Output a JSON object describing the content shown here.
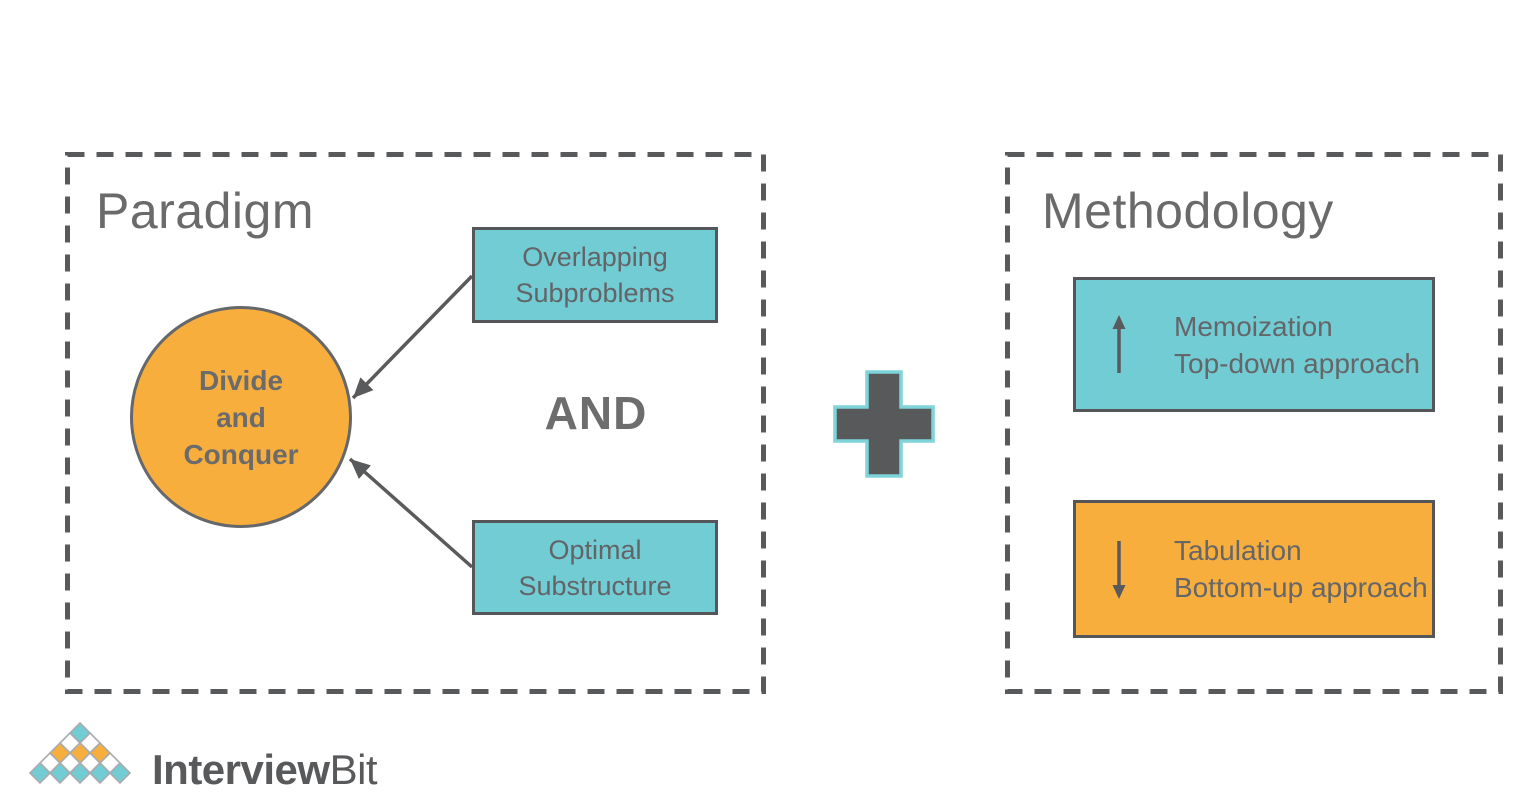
{
  "paradigm": {
    "title": "Paradigm",
    "circle_lines": [
      "Divide",
      "and",
      "Conquer"
    ],
    "overlapping_box_lines": [
      "Overlapping",
      "Subproblems"
    ],
    "optimal_box_lines": [
      "Optimal",
      "Substructure"
    ],
    "connector_label": "AND"
  },
  "methodology": {
    "title": "Methodology",
    "memoization_box": {
      "icon": "up-arrow-icon",
      "line1": "Memoization",
      "line2": "Top-down approach"
    },
    "tabulation_box": {
      "icon": "down-arrow-icon",
      "line1": "Tabulation",
      "line2": "Bottom-up approach"
    }
  },
  "logo": {
    "icon": "pyramid-logo-icon",
    "text_bold": "Interview",
    "text_regular": "Bit"
  },
  "icons": {
    "plus": "plus-icon",
    "arrows_to_circle": [
      "arrow-overlapping-to-circle",
      "arrow-optimal-to-circle"
    ]
  },
  "colors": {
    "teal": "#72ccd3",
    "orange": "#f7ae3d",
    "dark_gray": "#58595b",
    "text_gray": "#6b6b6b",
    "title_gray": "#6a6a6a",
    "plus_outline_teal": "#7ed4da"
  }
}
